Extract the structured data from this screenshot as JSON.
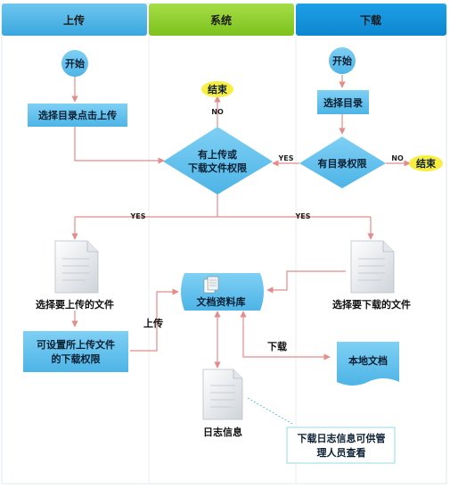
{
  "lanes": {
    "upload": "上传",
    "system": "系统",
    "download": "下载"
  },
  "nodes": {
    "start_upload": "开始",
    "start_download": "开始",
    "select_dir_upload": "选择目录点击上传",
    "select_dir_download": "选择目录",
    "decision_upload_line1": "有上传或",
    "decision_upload_line2": "下载文件权限",
    "decision_download": "有目录权限",
    "end_top": "结束",
    "end_right": "结束",
    "doc_upload_label": "选择要上传的文件",
    "doc_download_label": "选择要下载的文件",
    "set_perm_line1": "可设置所上传文件",
    "set_perm_line2": "的下载权限",
    "library": "文档资料库",
    "local_docs": "本地文档",
    "log_label": "日志信息",
    "log_note_line1": "下载日志信息可供管",
    "log_note_line2": "理人员查看"
  },
  "edges": {
    "no_top": "NO",
    "yes_left": "YES",
    "no_right": "NO",
    "yes_split_left": "YES",
    "yes_split_right": "YES",
    "upload_arrow": "上传",
    "download_arrow": "下载"
  }
}
